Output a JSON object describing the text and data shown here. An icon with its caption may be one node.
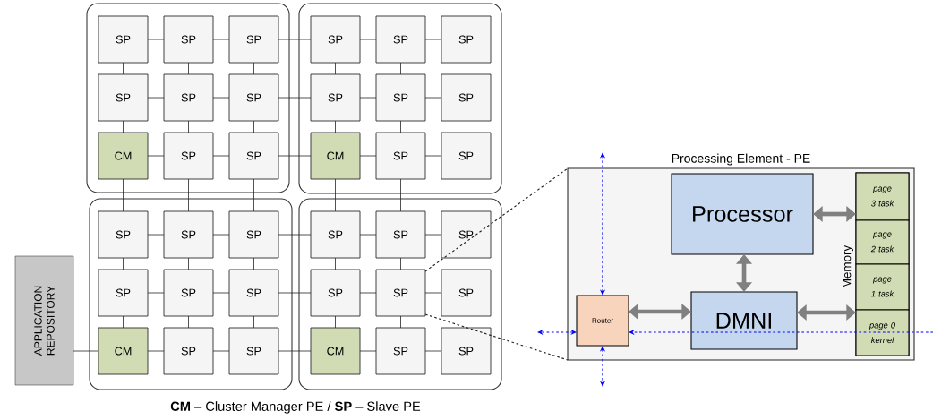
{
  "diagram": {
    "caption": "**CM** – Cluster Manager PE / **SP** – Slave PE",
    "nodes": [
      {
        "text": [],
        "shape": "box"
      },
      {
        "text": [],
        "shape": "box"
      },
      {
        "text": [],
        "shape": "box"
      },
      {
        "text": [],
        "shape": "box"
      },
      {
        "text": [
          "SP"
        ],
        "in": 0
      },
      {
        "text": [
          "SP"
        ],
        "in": 0
      },
      {
        "text": [
          "SP"
        ],
        "in": 0
      },
      {
        "text": [
          "SP"
        ],
        "in": 1
      },
      {
        "text": [
          "SP"
        ],
        "in": 1
      },
      {
        "text": [
          "SP"
        ],
        "in": 1
      },
      {
        "text": [
          "SP"
        ],
        "in": 0
      },
      {
        "text": [
          "SP"
        ],
        "in": 0
      },
      {
        "text": [
          "SP"
        ],
        "in": 0
      },
      {
        "text": [
          "SP"
        ],
        "in": 1
      },
      {
        "text": [
          "SP"
        ],
        "in": 1
      },
      {
        "text": [
          "SP"
        ],
        "in": 1
      },
      {
        "text": [
          "CM"
        ],
        "in": 0
      },
      {
        "text": [
          "SP"
        ],
        "in": 0
      },
      {
        "text": [
          "SP"
        ],
        "in": 0
      },
      {
        "text": [
          "CM"
        ],
        "in": 1
      },
      {
        "text": [
          "SP"
        ],
        "in": 1
      },
      {
        "text": [
          "SP"
        ],
        "in": 1
      },
      {
        "text": [
          "SP"
        ],
        "in": 2
      },
      {
        "text": [
          "SP"
        ],
        "in": 2
      },
      {
        "text": [
          "SP"
        ],
        "in": 2
      },
      {
        "text": [
          "SP"
        ],
        "in": 3
      },
      {
        "text": [
          "SP"
        ],
        "in": 3
      },
      {
        "text": [
          "SP"
        ],
        "in": 3
      },
      {
        "text": [
          "SP"
        ],
        "in": 2
      },
      {
        "text": [
          "SP"
        ],
        "in": 2
      },
      {
        "text": [
          "SP"
        ],
        "in": 2
      },
      {
        "text": [
          "SP"
        ],
        "in": 3
      },
      {
        "text": [
          "SP"
        ],
        "in": 3
      },
      {
        "text": [
          "SP"
        ],
        "in": 3
      },
      {
        "text": [
          "CM"
        ],
        "in": 2
      },
      {
        "text": [
          "SP"
        ],
        "in": 2
      },
      {
        "text": [
          "SP"
        ],
        "in": 2
      },
      {
        "text": [
          "CM"
        ],
        "in": 3
      },
      {
        "text": [
          "SP"
        ],
        "in": 3
      },
      {
        "text": [
          "SP"
        ],
        "in": 3
      },
      {
        "text": [
          "APPLICATION REPOSITORY"
        ]
      },
      {
        "text": [
          "Processing Element - PE"
        ]
      },
      {
        "text": [
          "Processor"
        ],
        "in": 41
      },
      {
        "text": [
          "DMNI"
        ],
        "in": 41
      },
      {
        "text": [
          "Router"
        ],
        "in": 41
      },
      {
        "text": [
          "Memory"
        ],
        "in": 41
      },
      {
        "text": [
          "page 3 task"
        ],
        "in": 45
      },
      {
        "text": [
          "page 2 task"
        ],
        "in": 45
      },
      {
        "text": [
          "page 1 task"
        ],
        "in": 45
      },
      {
        "text": [
          "page 0 kernel"
        ],
        "in": 45
      }
    ],
    "edges": [
      {
        "from": 4,
        "to": 5,
        "arrow": "none"
      },
      {
        "from": 5,
        "to": 6,
        "arrow": "none"
      },
      {
        "from": 6,
        "to": 7,
        "arrow": "none"
      },
      {
        "from": 7,
        "to": 8,
        "arrow": "none"
      },
      {
        "from": 8,
        "to": 9,
        "arrow": "none"
      },
      {
        "from": 10,
        "to": 11,
        "arrow": "none"
      },
      {
        "from": 11,
        "to": 12,
        "arrow": "none"
      },
      {
        "from": 12,
        "to": 13,
        "arrow": "none"
      },
      {
        "from": 13,
        "to": 14,
        "arrow": "none"
      },
      {
        "from": 14,
        "to": 15,
        "arrow": "none"
      },
      {
        "from": 16,
        "to": 17,
        "arrow": "none"
      },
      {
        "from": 17,
        "to": 18,
        "arrow": "none"
      },
      {
        "from": 18,
        "to": 19,
        "arrow": "none"
      },
      {
        "from": 19,
        "to": 20,
        "arrow": "none"
      },
      {
        "from": 20,
        "to": 21,
        "arrow": "none"
      },
      {
        "from": 22,
        "to": 23,
        "arrow": "none"
      },
      {
        "from": 23,
        "to": 24,
        "arrow": "none"
      },
      {
        "from": 24,
        "to": 25,
        "arrow": "none"
      },
      {
        "from": 25,
        "to": 26,
        "arrow": "none"
      },
      {
        "from": 26,
        "to": 27,
        "arrow": "none"
      },
      {
        "from": 28,
        "to": 29,
        "arrow": "none"
      },
      {
        "from": 29,
        "to": 30,
        "arrow": "none"
      },
      {
        "from": 30,
        "to": 31,
        "arrow": "none"
      },
      {
        "from": 31,
        "to": 32,
        "arrow": "none"
      },
      {
        "from": 32,
        "to": 33,
        "arrow": "none"
      },
      {
        "from": 34,
        "to": 35,
        "arrow": "none"
      },
      {
        "from": 35,
        "to": 36,
        "arrow": "none"
      },
      {
        "from": 36,
        "to": 37,
        "arrow": "none"
      },
      {
        "from": 37,
        "to": 38,
        "arrow": "none"
      },
      {
        "from": 38,
        "to": 39,
        "arrow": "none"
      },
      {
        "from": 4,
        "to": 10,
        "arrow": "none"
      },
      {
        "from": 5,
        "to": 11,
        "arrow": "none"
      },
      {
        "from": 6,
        "to": 12,
        "arrow": "none"
      },
      {
        "from": 7,
        "to": 13,
        "arrow": "none"
      },
      {
        "from": 8,
        "to": 14,
        "arrow": "none"
      },
      {
        "from": 9,
        "to": 15,
        "arrow": "none"
      },
      {
        "from": 10,
        "to": 16,
        "arrow": "none"
      },
      {
        "from": 11,
        "to": 17,
        "arrow": "none"
      },
      {
        "from": 12,
        "to": 18,
        "arrow": "none"
      },
      {
        "from": 13,
        "to": 19,
        "arrow": "none"
      },
      {
        "from": 14,
        "to": 20,
        "arrow": "none"
      },
      {
        "from": 15,
        "to": 21,
        "arrow": "none"
      },
      {
        "from": 16,
        "to": 22,
        "arrow": "none"
      },
      {
        "from": 17,
        "to": 23,
        "arrow": "none"
      },
      {
        "from": 18,
        "to": 24,
        "arrow": "none"
      },
      {
        "from": 19,
        "to": 25,
        "arrow": "none"
      },
      {
        "from": 20,
        "to": 26,
        "arrow": "none"
      },
      {
        "from": 21,
        "to": 27,
        "arrow": "none"
      },
      {
        "from": 22,
        "to": 28,
        "arrow": "none"
      },
      {
        "from": 23,
        "to": 29,
        "arrow": "none"
      },
      {
        "from": 24,
        "to": 30,
        "arrow": "none"
      },
      {
        "from": 25,
        "to": 31,
        "arrow": "none"
      },
      {
        "from": 26,
        "to": 32,
        "arrow": "none"
      },
      {
        "from": 27,
        "to": 33,
        "arrow": "none"
      },
      {
        "from": 28,
        "to": 34,
        "arrow": "none"
      },
      {
        "from": 29,
        "to": 35,
        "arrow": "none"
      },
      {
        "from": 30,
        "to": 36,
        "arrow": "none"
      },
      {
        "from": 31,
        "to": 37,
        "arrow": "none"
      },
      {
        "from": 32,
        "to": 38,
        "arrow": "none"
      },
      {
        "from": 33,
        "to": 39,
        "arrow": "none"
      },
      {
        "from": 40,
        "to": 34,
        "arrow": "none"
      },
      {
        "from": 42,
        "to": 45,
        "arrow": "both",
        "style": "thick",
        "color": "#808080"
      },
      {
        "from": 42,
        "to": 43,
        "arrow": "both",
        "style": "thick",
        "color": "#808080"
      },
      {
        "from": 44,
        "to": 43,
        "arrow": "both",
        "style": "thick",
        "color": "#808080"
      },
      {
        "from": 43,
        "to": 45,
        "arrow": "both",
        "style": "thick",
        "color": "#808080"
      },
      {
        "from": 44,
        "to": null,
        "arrow": "both",
        "style": "dashed",
        "color": "#0000ff"
      },
      {
        "from": 44,
        "to": null,
        "arrow": "both",
        "style": "dashed",
        "color": "#0000ff"
      },
      {
        "from": 44,
        "to": null,
        "arrow": "both",
        "style": "dashed",
        "color": "#0000ff"
      },
      {
        "from": null,
        "to": 44,
        "arrow": "to",
        "style": "dashed",
        "color": "#0000ff"
      },
      {
        "from": 32,
        "to": 41,
        "arrow": "none",
        "style": "dashed"
      },
      {
        "from": 32,
        "to": 41,
        "arrow": "none",
        "style": "dashed"
      }
    ]
  }
}
